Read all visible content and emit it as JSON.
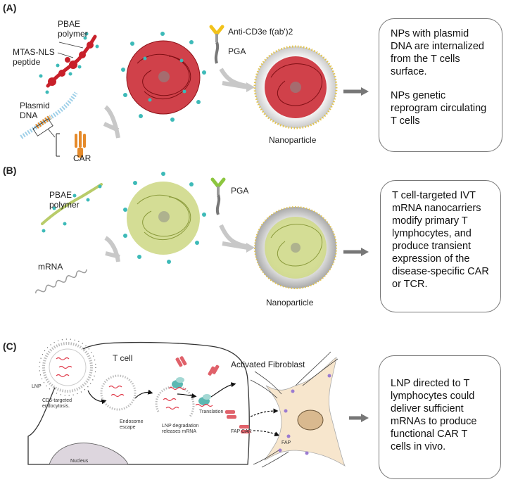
{
  "panels": {
    "a": {
      "label": "(A)",
      "pbae": "PBAE\npolymer",
      "mtas": "MTAS-NLS\npeptide",
      "plasmid": "Plasmid\nDNA",
      "car": "CAR",
      "anti_cd3e": "Anti-CD3e f(ab')2",
      "pga": "PGA",
      "nanoparticle": "Nanoparticle",
      "box": [
        "NPs with plasmid DNA are internalized from the T cells surface.",
        "NPs genetic reprogram circulating T cells"
      ]
    },
    "b": {
      "label": "(B)",
      "pbae": "PBAE\npolymer",
      "mrna": "mRNA",
      "pga": "PGA",
      "nanoparticle": "Nanoparticle",
      "box": [
        "T cell-targeted IVT mRNA nanocarriers modify primary T lymphocytes, and produce transient expression of the disease-specific CAR or TCR."
      ]
    },
    "c": {
      "label": "(C)",
      "lnp": "LNP",
      "cd5": "CD5-targeted\nendocytosis.",
      "tcell": "T cell",
      "endosome": "Endosome\nescape",
      "lnp_deg": "LNP degradation\nreleases mRNA",
      "translation": "Translation",
      "nucleus": "Nucleus",
      "activated": "Activated Fibroblast",
      "fap_car": "FAP CAR",
      "fap": "FAP",
      "box": [
        "LNP directed to T lymphocytes could deliver sufficient mRNAs to produce functional CAR T cells in vivo."
      ]
    }
  },
  "colors": {
    "red_polymer": "#c8202a",
    "green_polymer": "#b9cc6a",
    "teal_dot": "#3dbab8",
    "arrow_gray": "#8a8a8a",
    "car_orange": "#e58a2a",
    "fibroblast": "#f7e6cd"
  }
}
